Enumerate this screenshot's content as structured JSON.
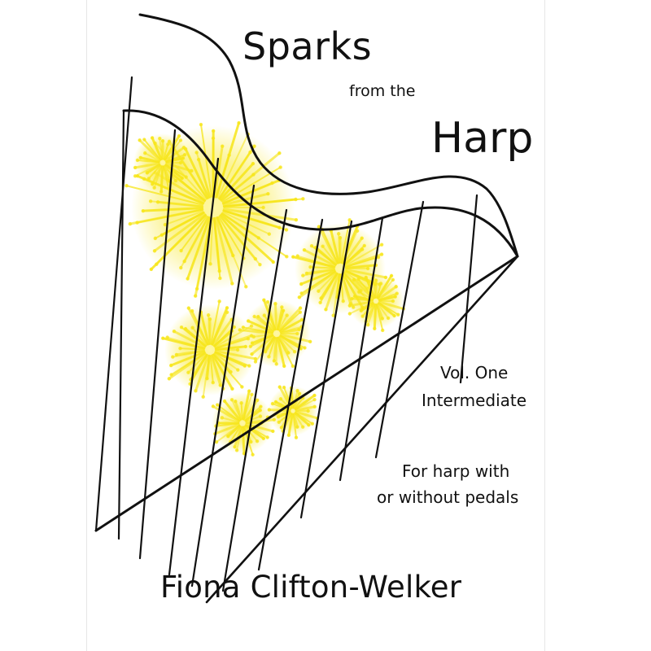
{
  "cover": {
    "title_line1": "Sparks",
    "title_line2": "from the",
    "title_line3": "Harp",
    "volume": "Vol. One",
    "level": "Intermediate",
    "description_line1": "For harp with",
    "description_line2": "or without pedals",
    "author": "Fiona Clifton-Welker"
  },
  "colors": {
    "ink": "#111111",
    "firework_yellow": "#f7e61a",
    "background": "#ffffff"
  },
  "illustration": {
    "subject": "harp-outline",
    "decoration": "yellow-fireworks"
  }
}
